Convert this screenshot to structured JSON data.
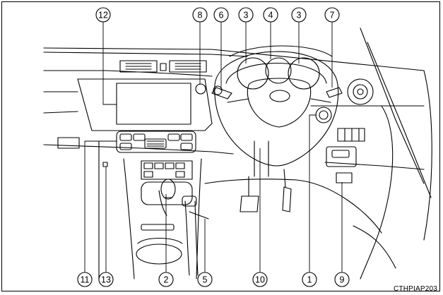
{
  "figure": {
    "code": "CTHPIAP203",
    "callouts": [
      "12",
      "8",
      "6",
      "3",
      "4",
      "3",
      "7",
      "11",
      "13",
      "2",
      "5",
      "10",
      "1",
      "9"
    ]
  },
  "colors": {
    "line": "#000000",
    "background": "#ffffff",
    "dash": "#cccccc"
  }
}
